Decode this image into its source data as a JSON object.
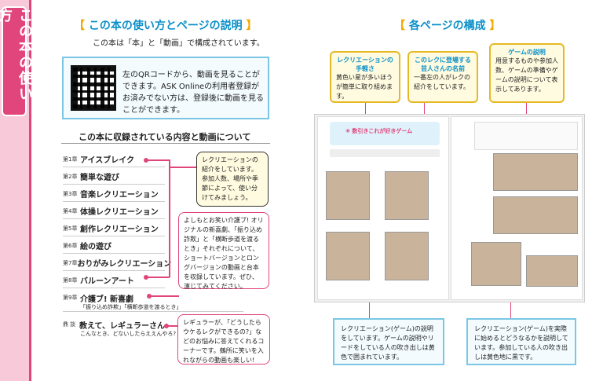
{
  "side_tab": "この本の使い方",
  "left": {
    "title": "この本の使い方とページの説明",
    "intro": "この本は「本」と「動画」で構成されています。",
    "qr_text": "左のQRコードから、動画を見ることができます。ASK Onlineの利用者登録がお済みでない方は、登録後に動画を見ることができます。",
    "contents_heading": "この本に収録されている内容と動画について",
    "chapters": [
      {
        "no": "第1章",
        "name": "アイスブレイク"
      },
      {
        "no": "第2章",
        "name": "簡単な遊び"
      },
      {
        "no": "第3章",
        "name": "音楽レクリエーション"
      },
      {
        "no": "第4章",
        "name": "体操レクリエーション"
      },
      {
        "no": "第5章",
        "name": "創作レクリエーション"
      },
      {
        "no": "第6章",
        "name": "絵の遊び"
      },
      {
        "no": "第7章",
        "name": "おりがみレクリエーション"
      },
      {
        "no": "第8章",
        "name": "バルーンアート"
      },
      {
        "no": "第9章",
        "name": "介護ブ! 新喜劇"
      }
    ],
    "ch9_sub": "「振り込め詐欺」「横断歩道を渡るとき」",
    "talk_no": "鼎 談",
    "talk_name": "教えて、レギュラーさん",
    "talk_sub": "こんなとき、どないしたらええんやろ?",
    "note1": "レクリエーションの紹介をしています。参加人数、場所や季節によって、使い分けてみましょう。",
    "note2": "よしもとお笑い介護ブ! オリジナルの新喜劇、「振り込め詐欺」と「横断歩道を渡るとき」それぞれについて、ショートバージョンとロングバージョンの動画と台本を収録しています。ぜひ、演じてみてください。",
    "note3": "レギュラーが、「どうしたらウケるレクができるの?」などのお悩みに答えてくれるコーナーです。鵺所に笑いを入れながらの動画も楽しい!"
  },
  "right": {
    "title": "各ページの構成",
    "callout1_title": "レクリエーションの手軽さ",
    "callout1_body": "黄色い星が多いほうが簡単に取り組めます。",
    "callout2_title": "このレクに登場する芸人さんの名前",
    "callout2_body": "一番左の人がレクの紹介をしています。",
    "callout3_title": "ゲームの説明",
    "callout3_body": "用意するものや参加人数、ゲームの準備やゲームの説明について表示してあります。",
    "spread_title": "⑥ 数引きこれが好きゲーム",
    "bottom1": "レクリエーション(ゲーム)の説明をしています。ゲームの説明やリードをしている人の吹き出しは黄色で囲まれています。",
    "bottom2": "レクリエーション(ゲーム)を実際に始めるとどうなるかを説明しています。参加している人の吹き出しは黄色地に黒です。"
  }
}
